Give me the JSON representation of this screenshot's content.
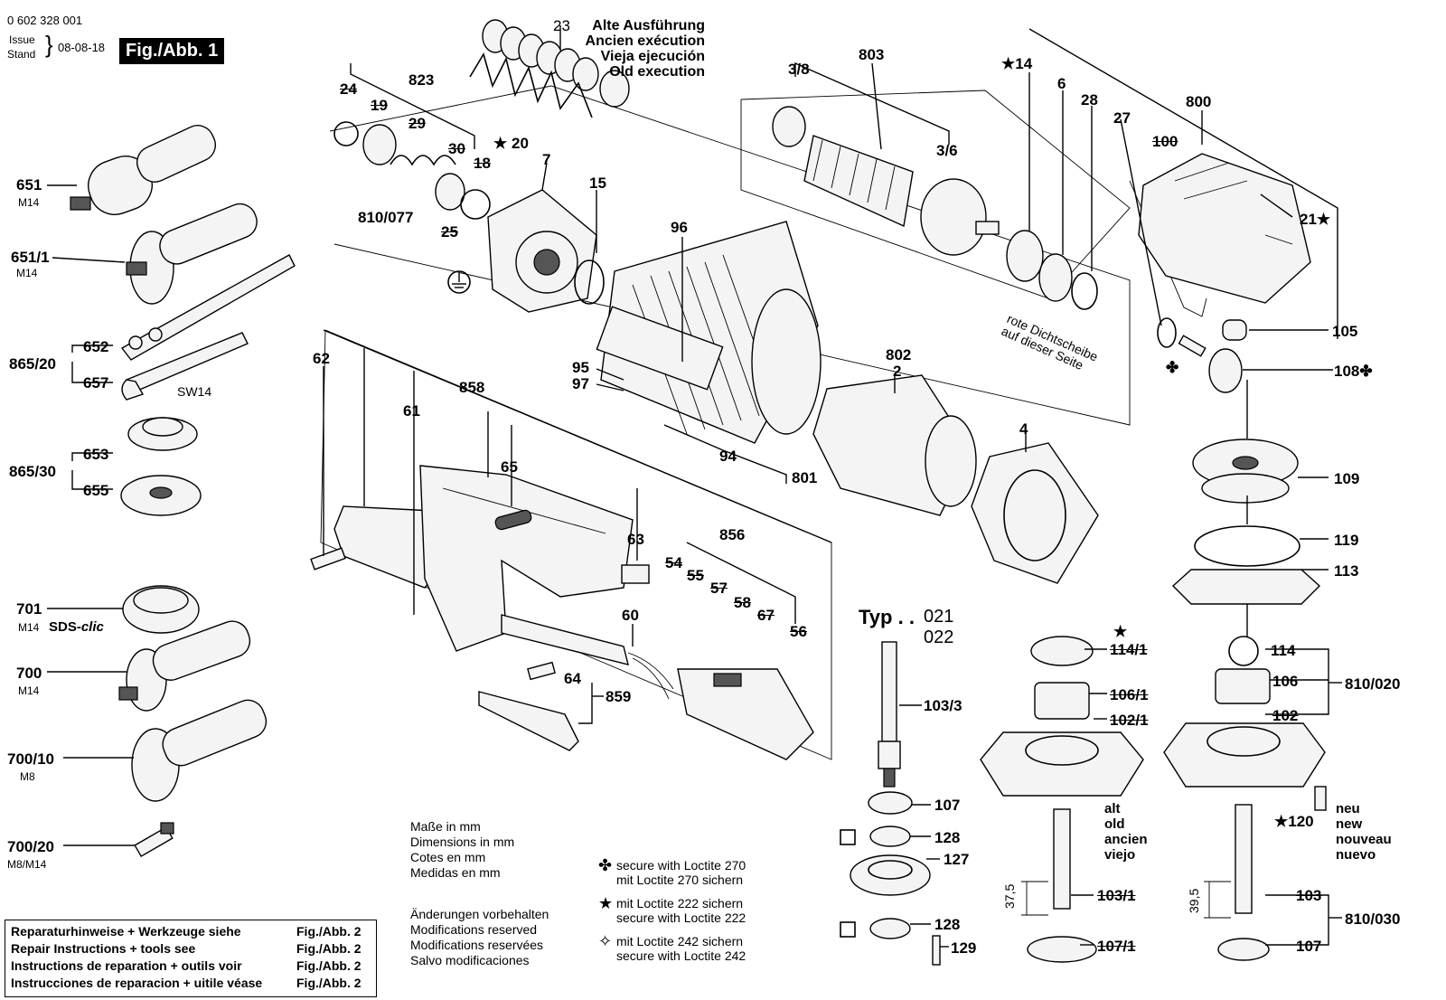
{
  "header": {
    "doc_number": "0 602 328 001",
    "issue_label": "Issue",
    "stand_label": "Stand",
    "date": "08-08-18",
    "fig_label": "Fig./Abb. 1"
  },
  "old_execution_note": [
    "Alte Ausführung",
    "Ancien exécution",
    "Vieja ejecución",
    "Old execution"
  ],
  "red_seal_note": [
    "rote Dichtscheibe",
    "auf dieser Seite"
  ],
  "typ_label": "Typ . .",
  "typ_codes": [
    "021",
    "022"
  ],
  "alt_note": [
    "alt",
    "old",
    "ancien",
    "viejo"
  ],
  "neu_note": [
    "neu",
    "new",
    "nouveau",
    "nuevo"
  ],
  "dimensions_note": [
    "Maße in mm",
    "Dimensions in mm",
    "Cotes en mm",
    "Medidas en mm"
  ],
  "modifications_note": [
    "Änderungen vorbehalten",
    "Modifications reserved",
    "Modifications reservées",
    "Salvo modificaciones"
  ],
  "legend": [
    {
      "symbol": "✤",
      "lines": [
        "secure with Loctite 270",
        "mit Loctite 270 sichern"
      ]
    },
    {
      "symbol": "★",
      "lines": [
        "mit Loctite 222 sichern",
        "secure with Loctite 222"
      ]
    },
    {
      "symbol": "✧",
      "lines": [
        "mit Loctite 242 sichern",
        "secure with Loctite 242"
      ]
    }
  ],
  "repair_box": [
    {
      "text": "Reparaturhinweise + Werkzeuge siehe",
      "ref": "Fig./Abb. 2"
    },
    {
      "text": "Repair Instructions + tools see",
      "ref": "Fig./Abb. 2"
    },
    {
      "text": "Instructions de reparation + outils voir",
      "ref": "Fig./Abb. 2"
    },
    {
      "text": "Instrucciones de reparacion + uitile véase",
      "ref": "Fig./Abb. 2"
    }
  ],
  "sizes": {
    "m14": "M14",
    "m8": "M8",
    "m8m14": "M8/M14",
    "sw14": "SW14",
    "sds": "SDS-",
    "clic": "clic"
  },
  "dims": {
    "d375": "37,5",
    "d395": "39,5"
  },
  "parts": {
    "p651": "651",
    "p651_1": "651/1",
    "p652": "652",
    "p657": "657",
    "p865_20": "865/20",
    "p653": "653",
    "p655": "655",
    "p865_30": "865/30",
    "p701": "701",
    "p700": "700",
    "p700_10": "700/10",
    "p700_20": "700/20",
    "p23": "23",
    "p823": "823",
    "p24": "24",
    "p19": "19",
    "p29": "29",
    "p30": "30",
    "p18": "18",
    "p20": "20",
    "p7": "7",
    "p15": "15",
    "p810_077": "810/077",
    "p25": "25",
    "p803": "803",
    "p3_8": "3/8",
    "p3_6": "3/6",
    "p14": "14",
    "p6": "6",
    "p28": "28",
    "p27": "27",
    "p800": "800",
    "p100": "100",
    "p21": "21",
    "p105": "105",
    "p108": "108",
    "p96": "96",
    "p95": "95",
    "p97": "97",
    "p94": "94",
    "p802": "802",
    "p2": "2",
    "p801": "801",
    "p4": "4",
    "p62": "62",
    "p61": "61",
    "p858": "858",
    "p65": "65",
    "p63": "63",
    "p856": "856",
    "p54": "54",
    "p55": "55",
    "p57": "57",
    "p58": "58",
    "p67": "67",
    "p56": "56",
    "p60": "60",
    "p64": "64",
    "p859": "859",
    "p109": "109",
    "p119": "119",
    "p113": "113",
    "p103_3": "103/3",
    "p107": "107",
    "p128": "128",
    "p127": "127",
    "p129": "129",
    "p114_1": "114/1",
    "p106_1": "106/1",
    "p102_1": "102/1",
    "p103_1": "103/1",
    "p107_1": "107/1",
    "p114": "114",
    "p106": "106",
    "p102": "102",
    "p810_020": "810/020",
    "p120": "120",
    "p103": "103",
    "p810_030": "810/030"
  }
}
